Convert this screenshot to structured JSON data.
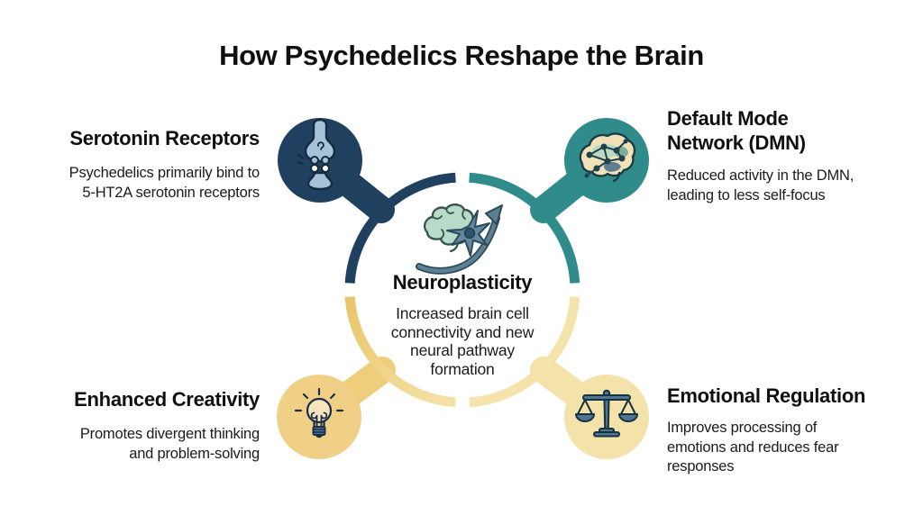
{
  "title": "How Psychedelics Reshape the Brain",
  "center": {
    "heading": "Neuroplasticity",
    "description": "Increased brain cell\nconnectivity and new\nneural pathway\nformation",
    "icon": "brain-neuron-growth-arrow-icon"
  },
  "sections": [
    {
      "id": "serotonin-receptors",
      "heading": "Serotonin Receptors",
      "description": "Psychedelics primarily bind to\n5-HT2A serotonin receptors",
      "icon": "synapse-icon",
      "circle_color": "#1f415f"
    },
    {
      "id": "default-mode-network",
      "heading": "Default Mode\nNetwork (DMN)",
      "description": "Reduced activity in the DMN,\nleading to less self-focus",
      "icon": "brain-network-icon",
      "circle_color": "#2f8c8b"
    },
    {
      "id": "enhanced-creativity",
      "heading": "Enhanced Creativity",
      "description": "Promotes divergent thinking\nand problem-solving",
      "icon": "lightbulb-icon",
      "circle_color": "#f0d086"
    },
    {
      "id": "emotional-regulation",
      "heading": "Emotional Regulation",
      "description": "Improves processing of\nemotions and reduces fear\nresponses",
      "icon": "scales-icon",
      "circle_color": "#f3e2aa"
    }
  ],
  "palette": {
    "background": "#ffffff",
    "text": "#141414",
    "navy": "#1f415f",
    "teal": "#2f8c8b",
    "gold": "#f0d086",
    "gold_deep": "#eccb74",
    "pale_gold": "#f3e2aa",
    "outline_dark": "#152b3e"
  }
}
